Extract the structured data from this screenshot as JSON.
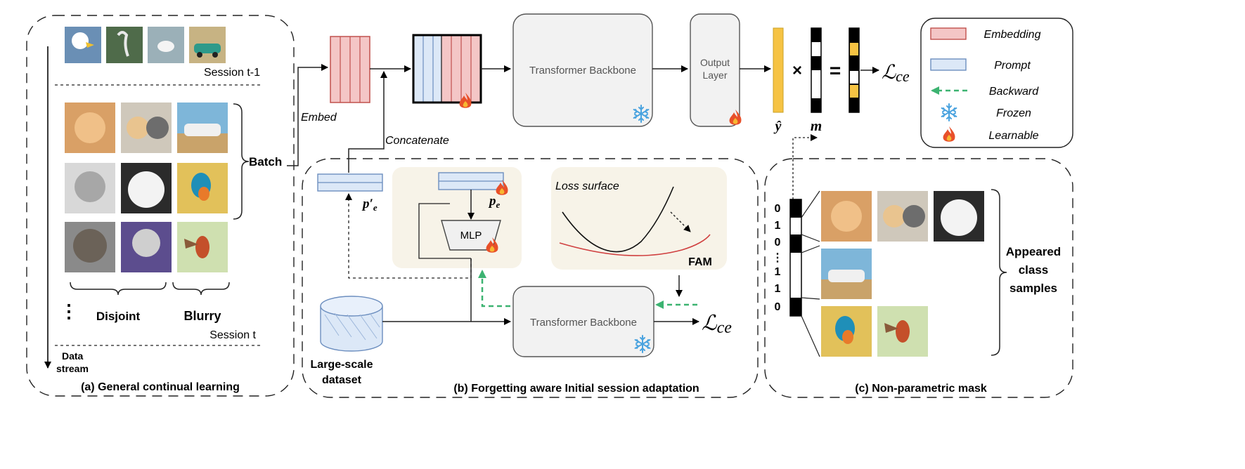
{
  "panel_a": {
    "caption": "(a) General continual learning",
    "session_prev": "Session t-1",
    "session_cur": "Session t",
    "batch_label": "Batch",
    "disjoint_label": "Disjoint",
    "blurry_label": "Blurry",
    "ellipsis": "⋮",
    "stream_label_1": "Data",
    "stream_label_2": "stream",
    "prev_images": [
      "eagle",
      "heron",
      "seagull",
      "car"
    ],
    "batch_images": [
      "cat",
      "two-cats",
      "car",
      "cat-grey",
      "white-cat",
      "kingfisher",
      "tabby-cat",
      "silver-cat",
      "hummingbird"
    ]
  },
  "pipeline": {
    "embed_label": "Embed",
    "concatenate_label": "Concatenate",
    "backbone_label": "Transformer Backbone",
    "output_label_1": "Output",
    "output_label_2": "Layer",
    "y_hat": "ŷ",
    "m": "m",
    "times": "×",
    "equals": "=",
    "arrow": "→",
    "loss": "ℒ",
    "loss_sub": "ce"
  },
  "legend": {
    "items": [
      {
        "label": "Embedding",
        "icon": "embedding-swatch"
      },
      {
        "label": "Prompt",
        "icon": "prompt-swatch"
      },
      {
        "label": "Backward",
        "icon": "dashed-green-arrow"
      },
      {
        "label": "Frozen",
        "icon": "snowflake-icon"
      },
      {
        "label": "Learnable",
        "icon": "flame-icon"
      }
    ]
  },
  "panel_b": {
    "caption": "(b) Forgetting aware Initial session adaptation",
    "pe_prime": "p′",
    "pe": "p",
    "pe_sub": "e",
    "mlp": "MLP",
    "loss_surface": "Loss surface",
    "fam": "FAM",
    "backbone_label": "Transformer Backbone",
    "dataset_1": "Large-scale",
    "dataset_2": "dataset",
    "loss": "ℒ",
    "loss_sub": "ce"
  },
  "panel_c": {
    "caption": "(c) Non-parametric mask",
    "mask_bits": [
      "0",
      "1",
      "0",
      "⋮",
      "1",
      "1",
      "0"
    ],
    "appeared_1": "Appeared",
    "appeared_2": "class",
    "appeared_3": "samples",
    "images_row1": [
      "cat",
      "two-cats",
      "white-cat"
    ],
    "images_row2": [
      "car"
    ],
    "images_row3": [
      "kingfisher",
      "hummingbird"
    ]
  },
  "colors": {
    "embedding_fill": "#f4c6c6",
    "embedding_stroke": "#c0504d",
    "prompt_fill": "#dce8f7",
    "prompt_stroke": "#6c8ebf",
    "backward": "#3cb371",
    "frozen": "#4aa3df",
    "learnable": "#e8502a",
    "beige_panel": "#f7f3e8",
    "backbone_fill": "#f2f2f2",
    "yhat_fill": "#f6c343"
  }
}
